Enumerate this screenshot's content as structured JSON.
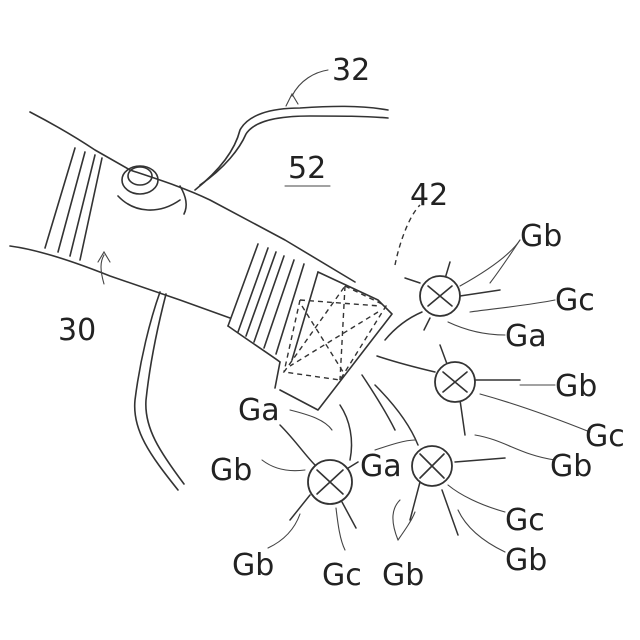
{
  "labels": {
    "ref_32": "32",
    "ref_52": "52",
    "ref_42": "42",
    "ref_30": "30",
    "gb_1": "Gb",
    "gc_1": "Gc",
    "ga_1": "Ga",
    "gb_2": "Gb",
    "gc_2": "Gc",
    "gb_3": "Gb",
    "ga_2": "Ga",
    "gb_4": "Gb",
    "ga_3": "Ga",
    "gc_3": "Gc",
    "gb_5": "Gb",
    "gb_6": "Gb",
    "gc_4": "Gc",
    "gb_7": "Gb"
  },
  "colors": {
    "line": "#333333",
    "background": "#ffffff"
  }
}
